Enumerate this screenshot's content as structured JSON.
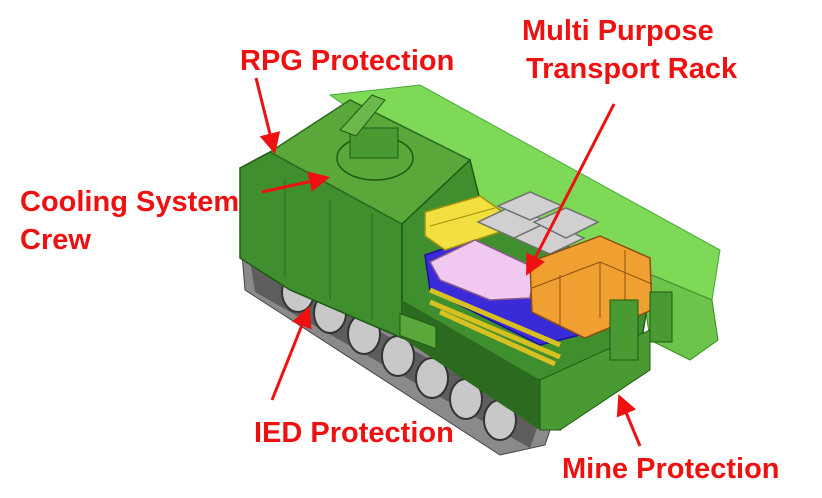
{
  "labels": {
    "rpg_protection": "RPG Protection",
    "multi_purpose_rack_line1": "Multi Purpose",
    "multi_purpose_rack_line2": "Transport Rack",
    "cooling_system": "Cooling System",
    "crew": "Crew",
    "ied_protection": "IED Protection",
    "mine_protection": "Mine Protection"
  },
  "colors": {
    "label_red": "#ee1111",
    "hull_green": "#3f8f2e",
    "hull_dark_green": "#2c6a20",
    "hull_light_green": "#7ed957",
    "rack_orange": "#f0a030",
    "crate_yellow": "#f2e040",
    "panel_lilac": "#f0c8f0",
    "panel_grey": "#d0d0d0",
    "frame_blue": "#3a2ad8",
    "track_grey": "#777777"
  }
}
